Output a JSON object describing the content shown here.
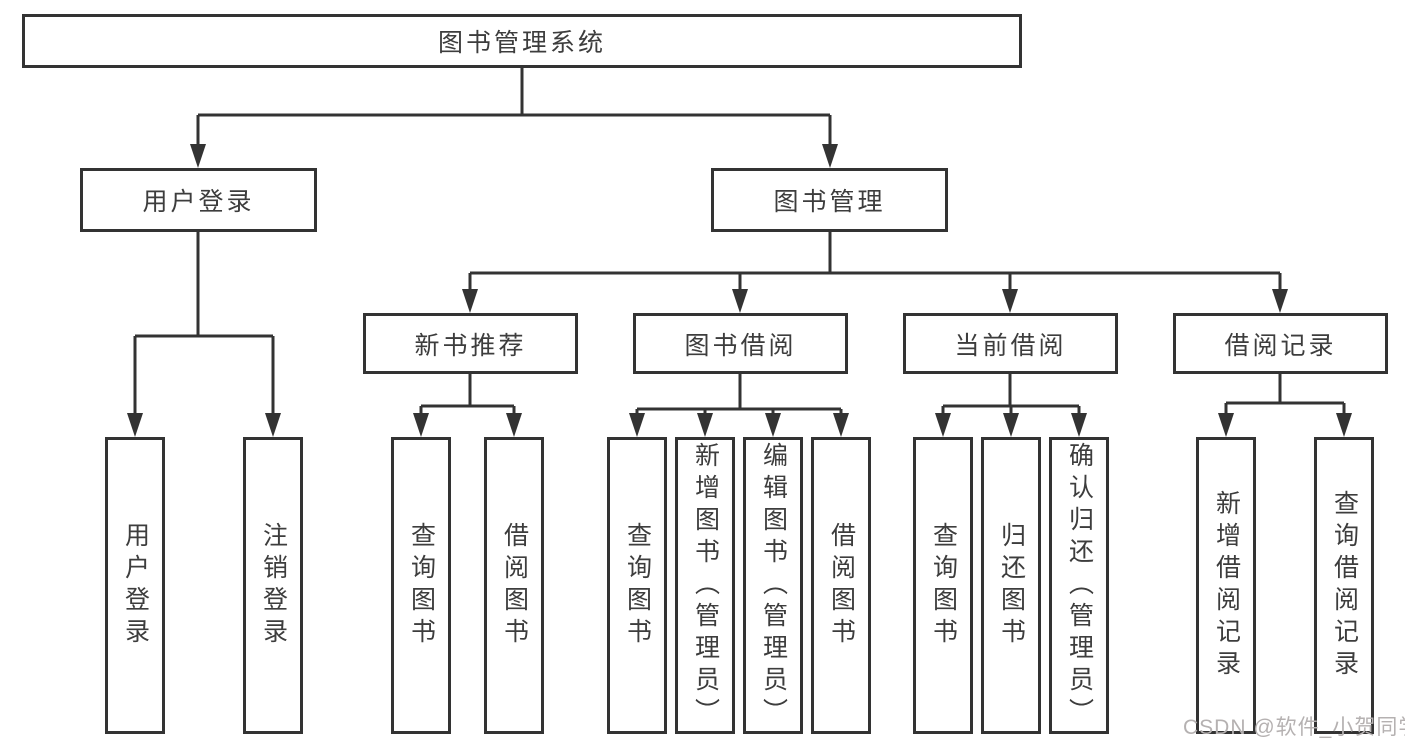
{
  "diagram": {
    "type": "hierarchy-tree",
    "colors": {
      "line": "#333333",
      "box_border": "#333333",
      "box_fill": "#ffffff",
      "text": "#3d3d3d",
      "background": "#ffffff",
      "watermark_text_color": "#b5b1b1"
    }
  },
  "tree": {
    "root": {
      "label": "图书管理系统"
    },
    "level1": [
      {
        "label": "用户登录"
      },
      {
        "label": "图书管理"
      }
    ],
    "level2": [
      {
        "label": "新书推荐"
      },
      {
        "label": "图书借阅"
      },
      {
        "label": "当前借阅"
      },
      {
        "label": "借阅记录"
      }
    ],
    "leaves": {
      "user_login": [
        {
          "label": "用户登录"
        },
        {
          "label": "注销登录"
        }
      ],
      "new_book_recommend": [
        {
          "label": "查询图书"
        },
        {
          "label": "借阅图书"
        }
      ],
      "book_borrow": [
        {
          "label": "查询图书"
        },
        {
          "label": "新增图书（管理员）"
        },
        {
          "label": "编辑图书（管理员）"
        },
        {
          "label": "借阅图书"
        }
      ],
      "current_borrow": [
        {
          "label": "查询图书"
        },
        {
          "label": "归还图书"
        },
        {
          "label": "确认归还（管理员）"
        }
      ],
      "borrow_record": [
        {
          "label": "新增借阅记录"
        },
        {
          "label": "查询借阅记录"
        }
      ]
    }
  },
  "watermark": {
    "text": "CSDN @软件_小贺同学"
  }
}
